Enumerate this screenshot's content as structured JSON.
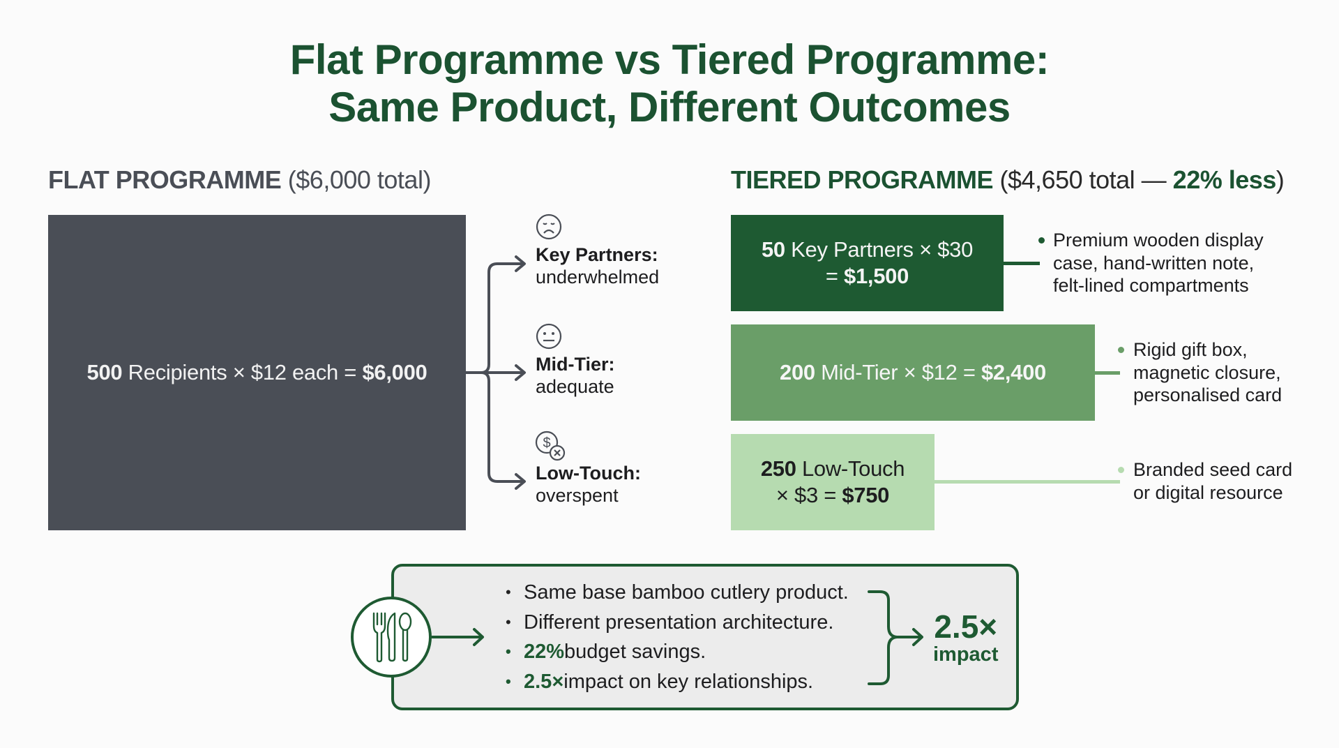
{
  "title": {
    "line1": "Flat Programme vs Tiered Programme:",
    "line2": "Same Product, Different Outcomes"
  },
  "flat": {
    "heading_strong": "FLAT PROGRAMME",
    "heading_rest": " ($6,000 total)",
    "box": {
      "count": "500",
      "middle": " Recipients × $12 each = ",
      "total": "$6,000",
      "color": "#4a4e56"
    },
    "outcomes": [
      {
        "icon": "sad-face-icon",
        "label": "Key Partners:",
        "value": "underwhelmed"
      },
      {
        "icon": "neutral-face-icon",
        "label": "Mid-Tier:",
        "value": "adequate"
      },
      {
        "icon": "money-cancel-icon",
        "label": "Low-Touch:",
        "value": "overspent"
      }
    ]
  },
  "tiered": {
    "heading_strong": "TIERED PROGRAMME",
    "heading_plain": " ($4,650 total — ",
    "heading_emph": "22% less",
    "heading_close": ")",
    "tiers": [
      {
        "count": "50",
        "line1_rest": " Key Partners × $30",
        "line2_prefix": "= ",
        "total": "$1,500",
        "color": "#1e5a32",
        "description": [
          "Premium wooden display",
          "case, hand-written note,",
          "felt-lined compartments"
        ]
      },
      {
        "count": "200",
        "middle": " Mid-Tier × $12 = ",
        "total": "$2,400",
        "color": "#6a9e68",
        "description": [
          "Rigid gift box,",
          "magnetic closure,",
          "personalised card"
        ]
      },
      {
        "count": "250",
        "line1_rest": " Low-Touch",
        "line2_prefix": "× $3 = ",
        "total": "$750",
        "color": "#b6dbb0",
        "description": [
          "Branded seed card",
          "or digital resource"
        ]
      }
    ]
  },
  "summary": {
    "icon": "cutlery-icon",
    "items": [
      {
        "emph": "",
        "text": "Same base bamboo cutlery product."
      },
      {
        "emph": "",
        "text": "Different presentation architecture."
      },
      {
        "emph": "22%",
        "text": " budget savings."
      },
      {
        "emph": "2.5×",
        "text": " impact on key relationships."
      }
    ],
    "result_value": "2.5×",
    "result_label": "impact"
  },
  "colors": {
    "brand_green": "#1e5a32",
    "mid_green": "#6a9e68",
    "light_green": "#b6dbb0",
    "slate": "#4a4e56"
  }
}
